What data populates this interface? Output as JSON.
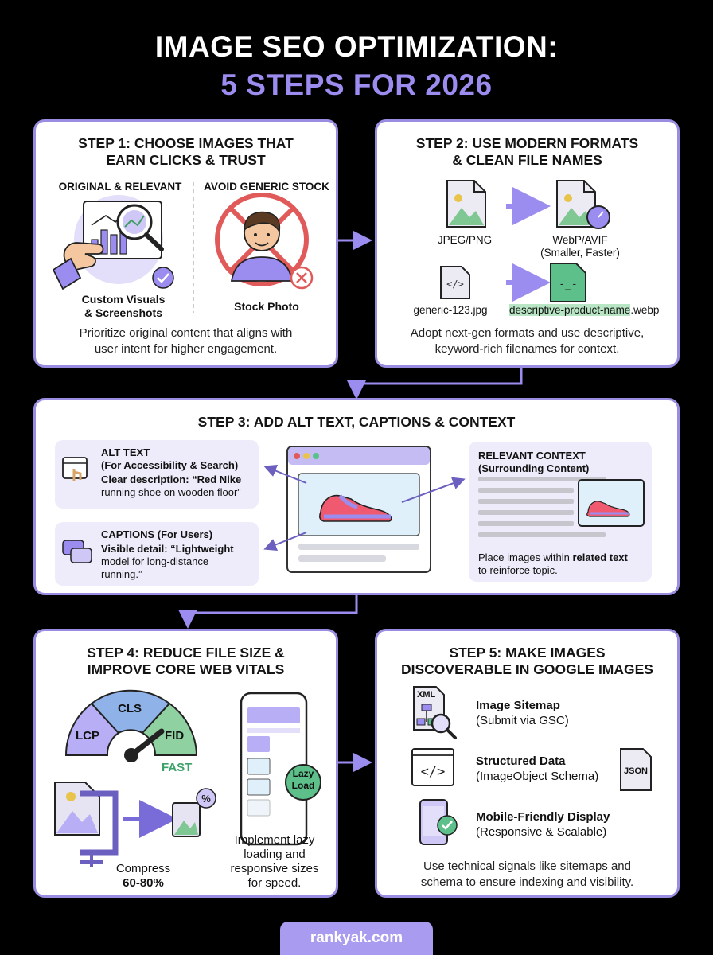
{
  "title": {
    "line1": "IMAGE SEO OPTIMIZATION:",
    "line2": "5 STEPS FOR 2026"
  },
  "colors": {
    "accent": "#9b8cf0",
    "card_border": "#9a8ce0",
    "green": "#5dc08a",
    "red": "#e05a5a"
  },
  "step1": {
    "title_l1": "STEP 1: CHOOSE IMAGES THAT",
    "title_l2": "EARN CLICKS & TRUST",
    "left_label": "ORIGINAL & RELEVANT",
    "right_label": "AVOID GENERIC STOCK",
    "left_caption_l1": "Custom Visuals",
    "left_caption_l2": "& Screenshots",
    "right_caption": "Stock Photo",
    "desc_l1": "Prioritize original content that aligns with",
    "desc_l2": "user intent for higher engagement."
  },
  "step2": {
    "title_l1": "STEP 2: USE MODERN FORMATS",
    "title_l2": "& CLEAN FILE NAMES",
    "from_format": "JPEG/PNG",
    "to_format_l1": "WebP/AVIF",
    "to_format_l2": "(Smaller, Faster)",
    "from_name": "generic-123.jpg",
    "to_name_hl": "descriptive-product-name",
    "to_name_ext": ".webp",
    "desc_l1": "Adopt next-gen formats and use descriptive,",
    "desc_l2": "keyword-rich filenames for context."
  },
  "step3": {
    "title": "STEP 3: ADD ALT TEXT, CAPTIONS & CONTEXT",
    "alt": {
      "l1": "ALT TEXT",
      "l2": "(For Accessibility & Search)",
      "l3": "Clear description: “Red Nike",
      "l4": "running shoe on wooden floor”"
    },
    "captions": {
      "l1": "CAPTIONS (For Users)",
      "l2": "Visible detail: “Lightweight",
      "l3": "model for long-distance",
      "l4": "running.”"
    },
    "context": {
      "l1": "RELEVANT CONTEXT",
      "l2": "(Surrounding Content)",
      "l3_pre": "Place images within ",
      "l3_bold": "related text",
      "l4": "to reinforce topic."
    }
  },
  "step4": {
    "title_l1": "STEP 4: REDUCE FILE SIZE &",
    "title_l2": "IMPROVE CORE WEB VITALS",
    "gauge": {
      "lcp": "LCP",
      "cls": "CLS",
      "fid": "FID",
      "fast": "FAST"
    },
    "compress_l1": "Compress",
    "compress_l2": "60-80%",
    "lazy_l1": "Lazy",
    "lazy_l2": "Load",
    "desc_l1": "Implement lazy",
    "desc_l2": "loading and",
    "desc_l3": "responsive sizes",
    "desc_l4": "for speed."
  },
  "step5": {
    "title_l1": "STEP 5: MAKE IMAGES",
    "title_l2": "DISCOVERABLE IN GOOGLE IMAGES",
    "items": [
      {
        "title": "Image Sitemap",
        "sub": "(Submit via GSC)",
        "icon": "xml-sitemap-icon"
      },
      {
        "title": "Structured Data",
        "sub": "(ImageObject Schema)",
        "icon": "code-window-icon"
      },
      {
        "title": "Mobile-Friendly Display",
        "sub": "(Responsive & Scalable)",
        "icon": "mobile-check-icon"
      }
    ],
    "xml_label": "XML",
    "json_label": "JSON",
    "desc_l1": "Use technical signals like sitemaps and",
    "desc_l2": "schema to ensure indexing and visibility."
  },
  "footer": "rankyak.com"
}
